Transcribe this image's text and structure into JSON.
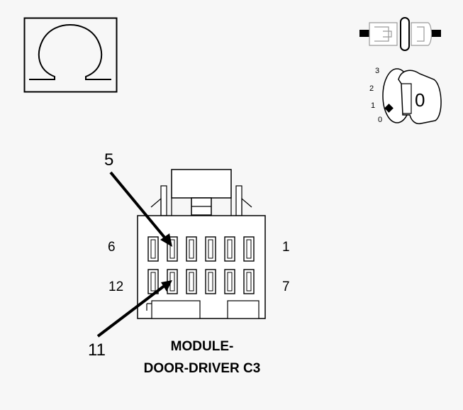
{
  "header": {
    "resistance_symbol": "Ω"
  },
  "ignition_key": {
    "positions": [
      "3",
      "2",
      "1",
      "0"
    ],
    "key_face_label": "0"
  },
  "connector": {
    "pin_labels": {
      "top_left": "6",
      "top_right": "1",
      "bottom_left": "12",
      "bottom_right": "7"
    },
    "callouts": {
      "upper": "5",
      "lower": "11"
    },
    "title_lines": [
      "MODULE-",
      "DOOR-DRIVER C3"
    ]
  },
  "colors": {
    "line": "#000000",
    "background": "#f7f7f7",
    "fill": "#ffffff",
    "light_line": "#7a7a7a"
  }
}
